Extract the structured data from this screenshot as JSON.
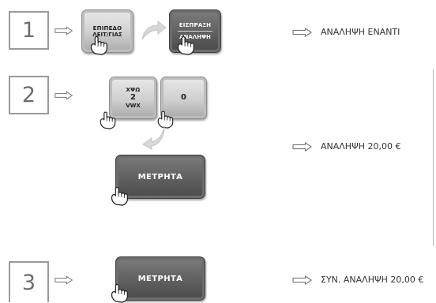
{
  "steps": [
    {
      "number": "1"
    },
    {
      "number": "2"
    },
    {
      "number": "3"
    }
  ],
  "keys": {
    "level_line1": "ΕΠΙΠΕΔΟ",
    "level_line2": "ΛΕΙΤ/ΓΙΑΣ",
    "receipt_line1": "ΕΙΣΠΡΑΞΗ",
    "receipt_line2": "ΑΝΑΛΗΨΗ",
    "key2_top": "ΧΨΩ",
    "key2_digit": "2",
    "key2_bottom": "VWX",
    "key0_digit": "0",
    "cash": "ΜΕΤΡΗΤΑ"
  },
  "results": {
    "step1": "ΑΝΑΛΗΨΗ ΕΝΑΝΤΙ",
    "step2": "ΑΝΑΛΗΨΗ 20,00 €",
    "step3": "ΣΥΝ. ΑΝΑΛΗΨΗ 20,00 €"
  },
  "colors": {
    "light_key": "#d0d0d0",
    "dark_key": "#5f5f5f",
    "box_border": "#9a9a9a"
  }
}
